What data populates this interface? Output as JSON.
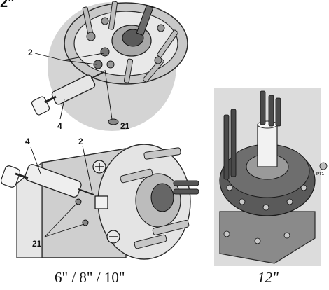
{
  "corner_label": "2\"",
  "top_view": {
    "callouts": {
      "screw": "2",
      "syringe": "4",
      "plug": "21"
    }
  },
  "bottom_left_view": {
    "callouts": {
      "syringe": "4",
      "screw": "2",
      "plug": "21"
    }
  },
  "right_view": {
    "port_label": "PT1"
  },
  "captions": {
    "small_sizes": "6\" / 8\" / 10\"",
    "large_size": "12\""
  },
  "colors": {
    "metal_light": "#e2e2e2",
    "metal_mid": "#b8b8b8",
    "metal_dark": "#5e5e5e",
    "highlight_grey": "#d0d0d0",
    "outline": "#2a2a2a"
  }
}
